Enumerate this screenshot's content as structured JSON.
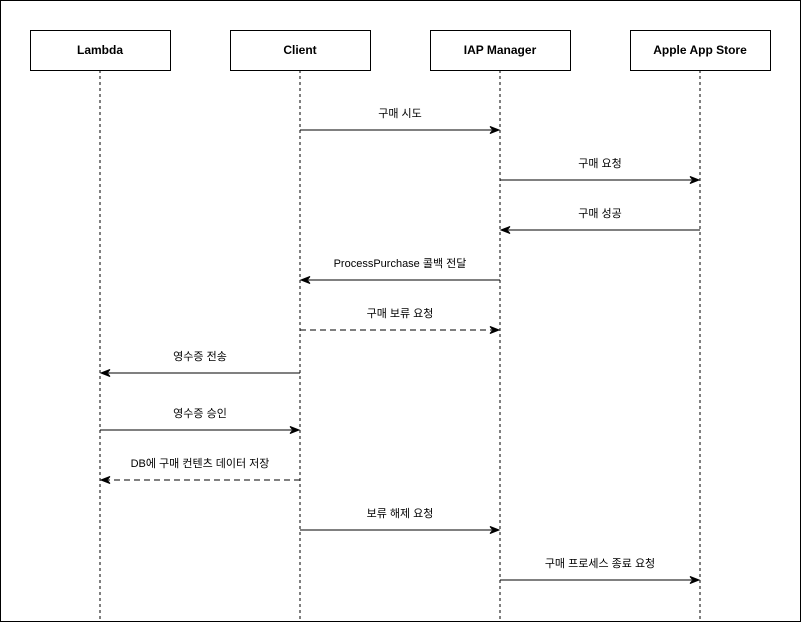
{
  "participants": [
    {
      "id": "lambda",
      "label": "Lambda"
    },
    {
      "id": "client",
      "label": "Client"
    },
    {
      "id": "iap",
      "label": "IAP Manager"
    },
    {
      "id": "store",
      "label": "Apple App Store"
    }
  ],
  "messages": [
    {
      "from": "client",
      "to": "iap",
      "label": "구매 시도",
      "style": "solid"
    },
    {
      "from": "iap",
      "to": "store",
      "label": "구매 요청",
      "style": "solid"
    },
    {
      "from": "store",
      "to": "iap",
      "label": "구매 성공",
      "style": "solid"
    },
    {
      "from": "iap",
      "to": "client",
      "label": "ProcessPurchase 콜백 전달",
      "style": "solid"
    },
    {
      "from": "client",
      "to": "iap",
      "label": "구매 보류 요청",
      "style": "dashed"
    },
    {
      "from": "client",
      "to": "lambda",
      "label": "영수증 전송",
      "style": "solid"
    },
    {
      "from": "lambda",
      "to": "client",
      "label": "영수증 승인",
      "style": "solid"
    },
    {
      "from": "client",
      "to": "lambda",
      "label": "DB에 구매 컨텐츠 데이터 저장",
      "style": "dashed"
    },
    {
      "from": "client",
      "to": "iap",
      "label": "보류 해제 요청",
      "style": "solid"
    },
    {
      "from": "iap",
      "to": "store",
      "label": "구매 프로세스 종료 요청",
      "style": "solid"
    }
  ]
}
